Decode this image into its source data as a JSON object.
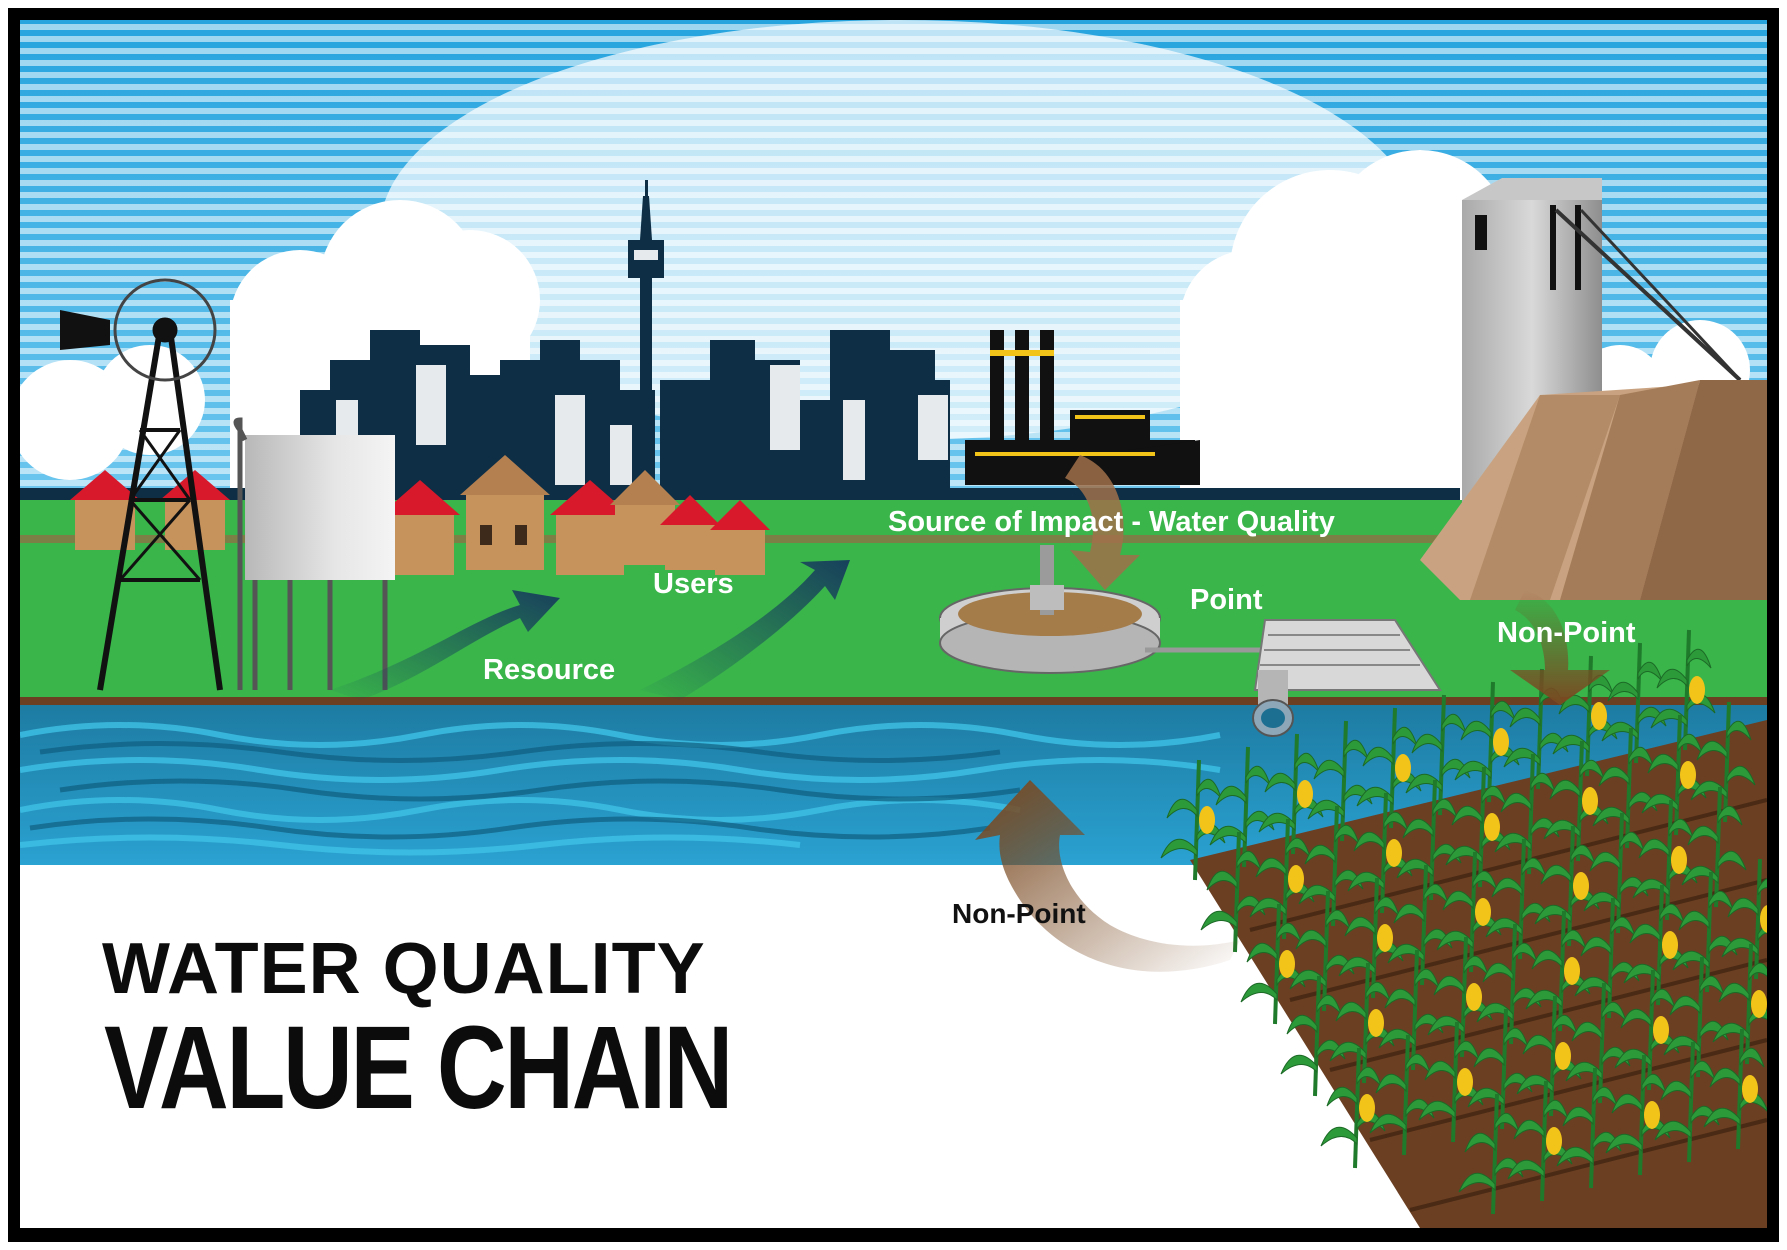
{
  "title": {
    "line1": "WATER QUALITY",
    "line2": "VALUE CHAIN"
  },
  "labels": {
    "source_of_impact": "Source of Impact - Water Quality",
    "users": "Users",
    "resource": "Resource",
    "point": "Point",
    "non_point_right": "Non-Point",
    "non_point_lower": "Non-Point"
  },
  "icons": [
    "windmill-icon",
    "water-tank-icon",
    "houses-icon",
    "city-skyline-icon",
    "tv-tower-icon",
    "power-station-icon",
    "treatment-clarifier-icon",
    "filter-bed-icon",
    "outfall-pipe-icon",
    "mine-headframe-icon",
    "mine-dump-icon",
    "corn-field-icon",
    "river-icon"
  ],
  "colors": {
    "sky": "#29a8e0",
    "grass": "#39b54a",
    "water": "#1f8fb5",
    "water_light": "#3fb5e0",
    "city": "#0d2e45",
    "soil": "#6b3f22",
    "arrow_brown": "#7a4a22",
    "arrow_blue": "#1e4d6b",
    "roof": "#d7192b",
    "house": "#c7935d",
    "corn_leaf": "#2d9a3a",
    "corn_cob": "#f2c41a"
  }
}
